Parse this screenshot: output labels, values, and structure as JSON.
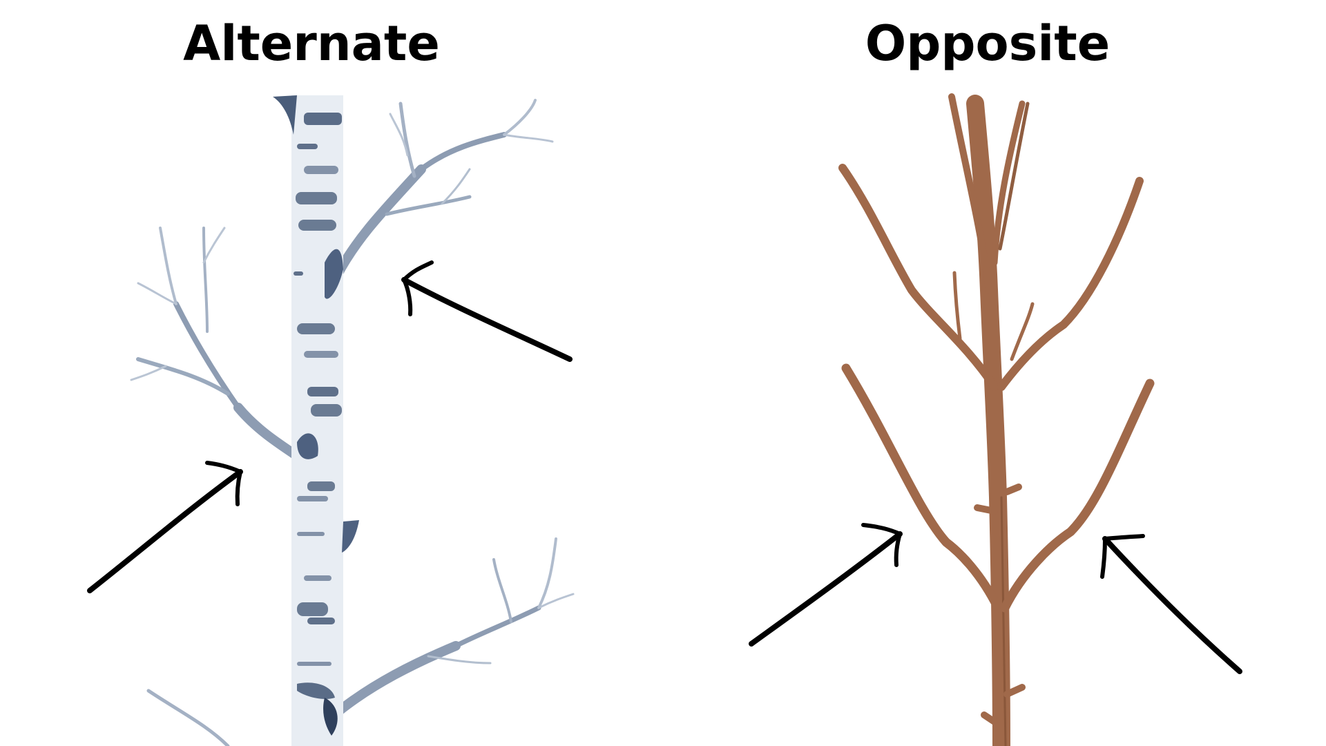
{
  "panels": [
    {
      "title": "Alternate",
      "illustration": "birch-branch-alternate",
      "arrow_count": 2,
      "style": {
        "trunk_color": "#e6ebf2",
        "bark_mark_color": "#5c6e88",
        "branch_color": "#8a9ab0"
      }
    },
    {
      "title": "Opposite",
      "illustration": "brown-branch-opposite",
      "arrow_count": 2,
      "style": {
        "trunk_color": "#a0694a",
        "shadow_color": "#7d4e34"
      }
    }
  ],
  "arrow_color": "#000000",
  "background": "#ffffff"
}
